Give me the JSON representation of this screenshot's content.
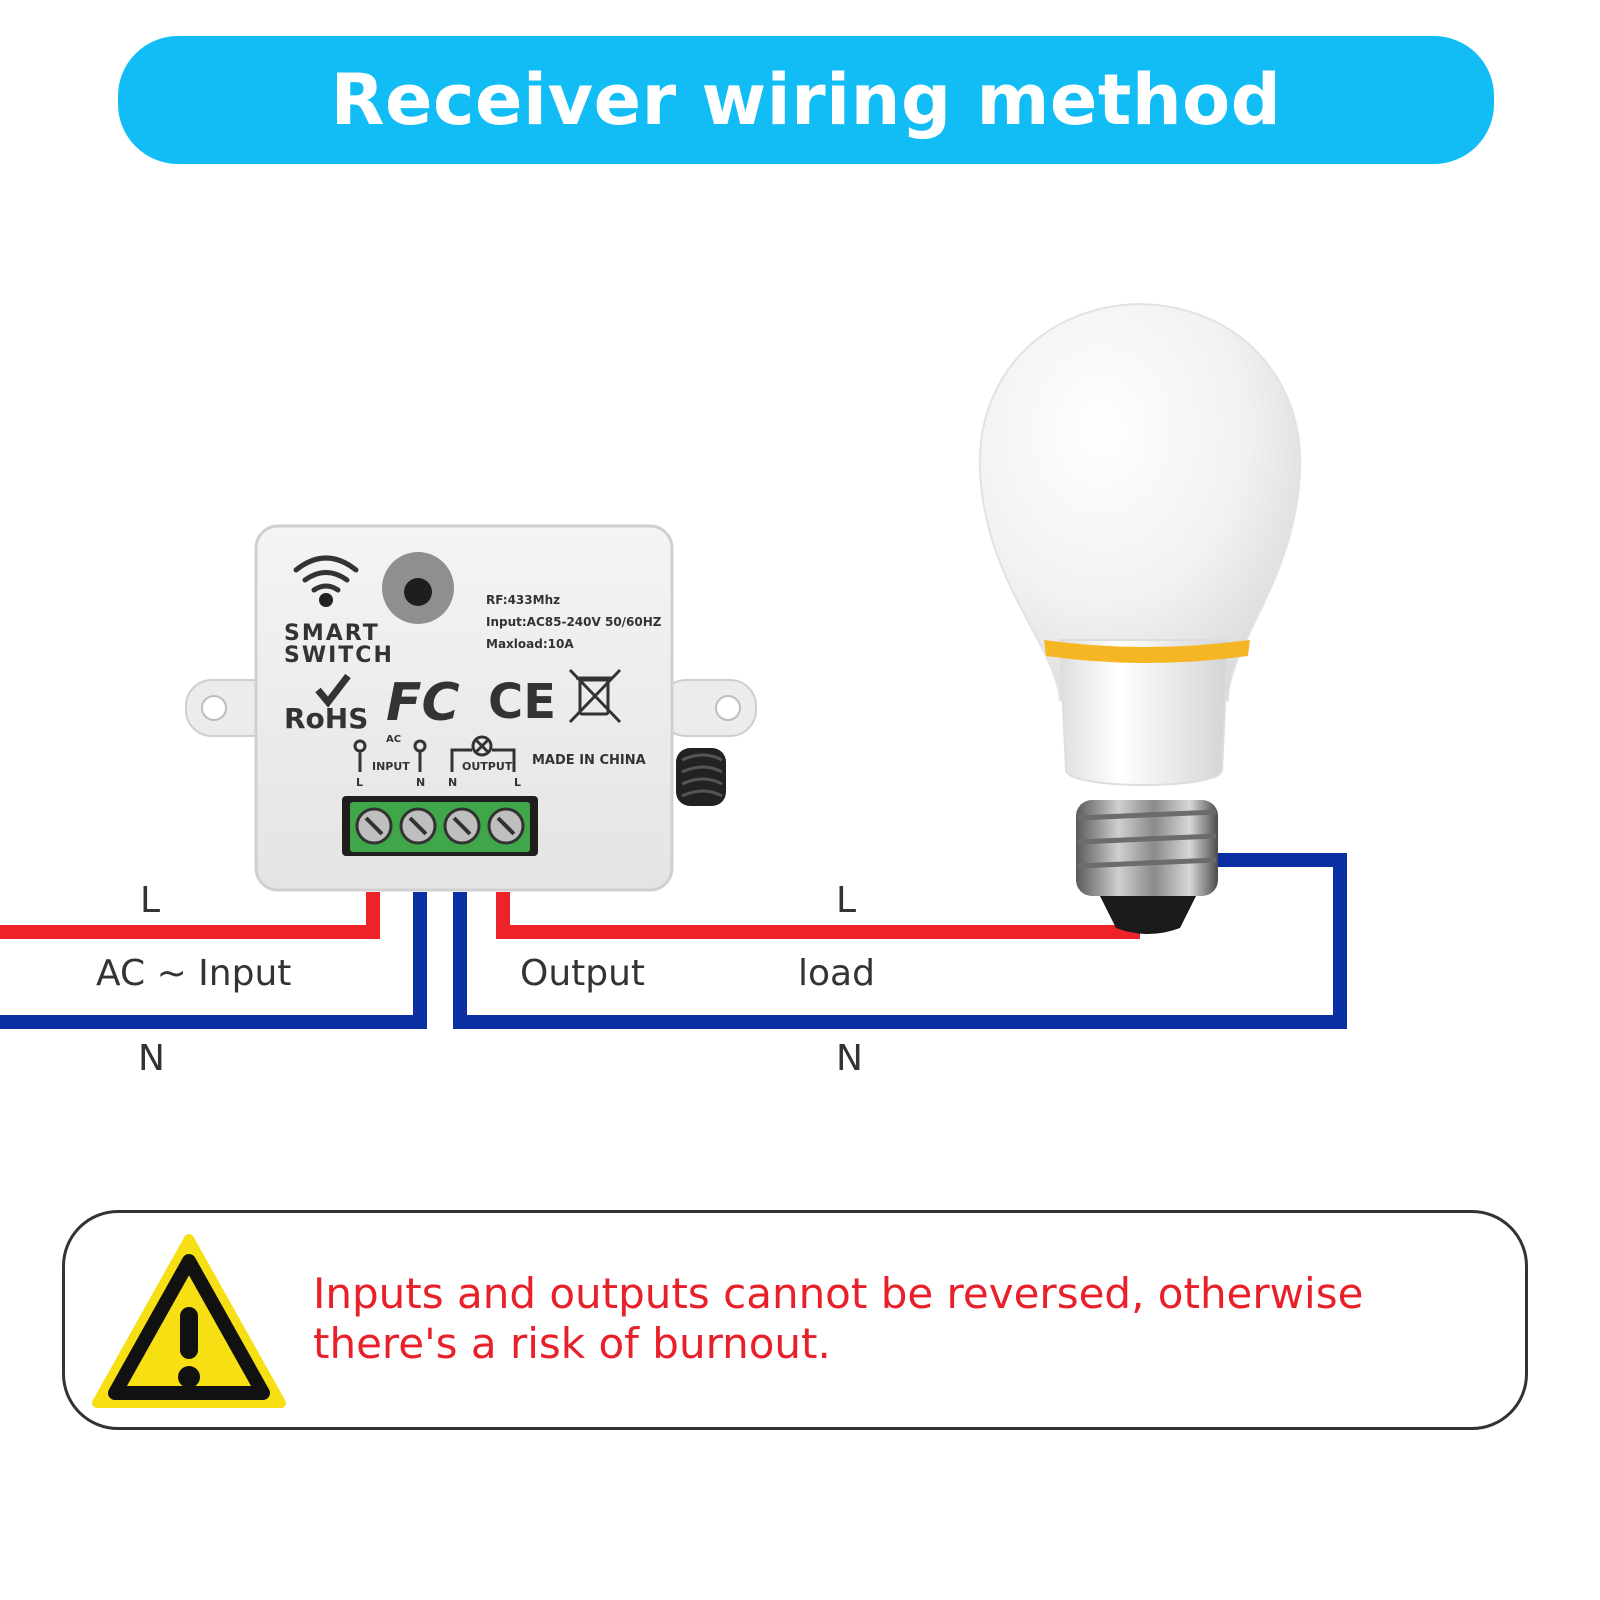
{
  "title": "Receiver wiring method",
  "device": {
    "brand_line1": "SMART",
    "brand_line2": "SWITCH",
    "spec_rf": "RF:433Mhz",
    "spec_input": "Input:AC85-240V 50/60HZ",
    "spec_maxload": "Maxload:10A",
    "cert_rohs": "RoHS",
    "cert_fc": "FC",
    "cert_ce": "CE",
    "ac_label": "AC",
    "input_label": "INPUT",
    "output_label": "OUTPUT",
    "made_in": "MADE IN CHINA",
    "term_in_l": "L",
    "term_in_n": "N",
    "term_out_n": "N",
    "term_out_l": "L"
  },
  "wiring": {
    "input_live": "L",
    "input_label": "AC ~ Input",
    "input_neutral": "N",
    "output_live": "L",
    "output_label": "Output",
    "load_label": "load",
    "output_neutral": "N"
  },
  "colors": {
    "banner": "#12bcf5",
    "live_wire": "#ee2229",
    "neutral_wire": "#0a2fa3",
    "warning_text": "#e8202a"
  },
  "warning": {
    "icon": "warning-triangle-icon",
    "text_line1": "Inputs and outputs cannot be reversed, otherwise",
    "text_line2": "there's a risk of burnout."
  }
}
